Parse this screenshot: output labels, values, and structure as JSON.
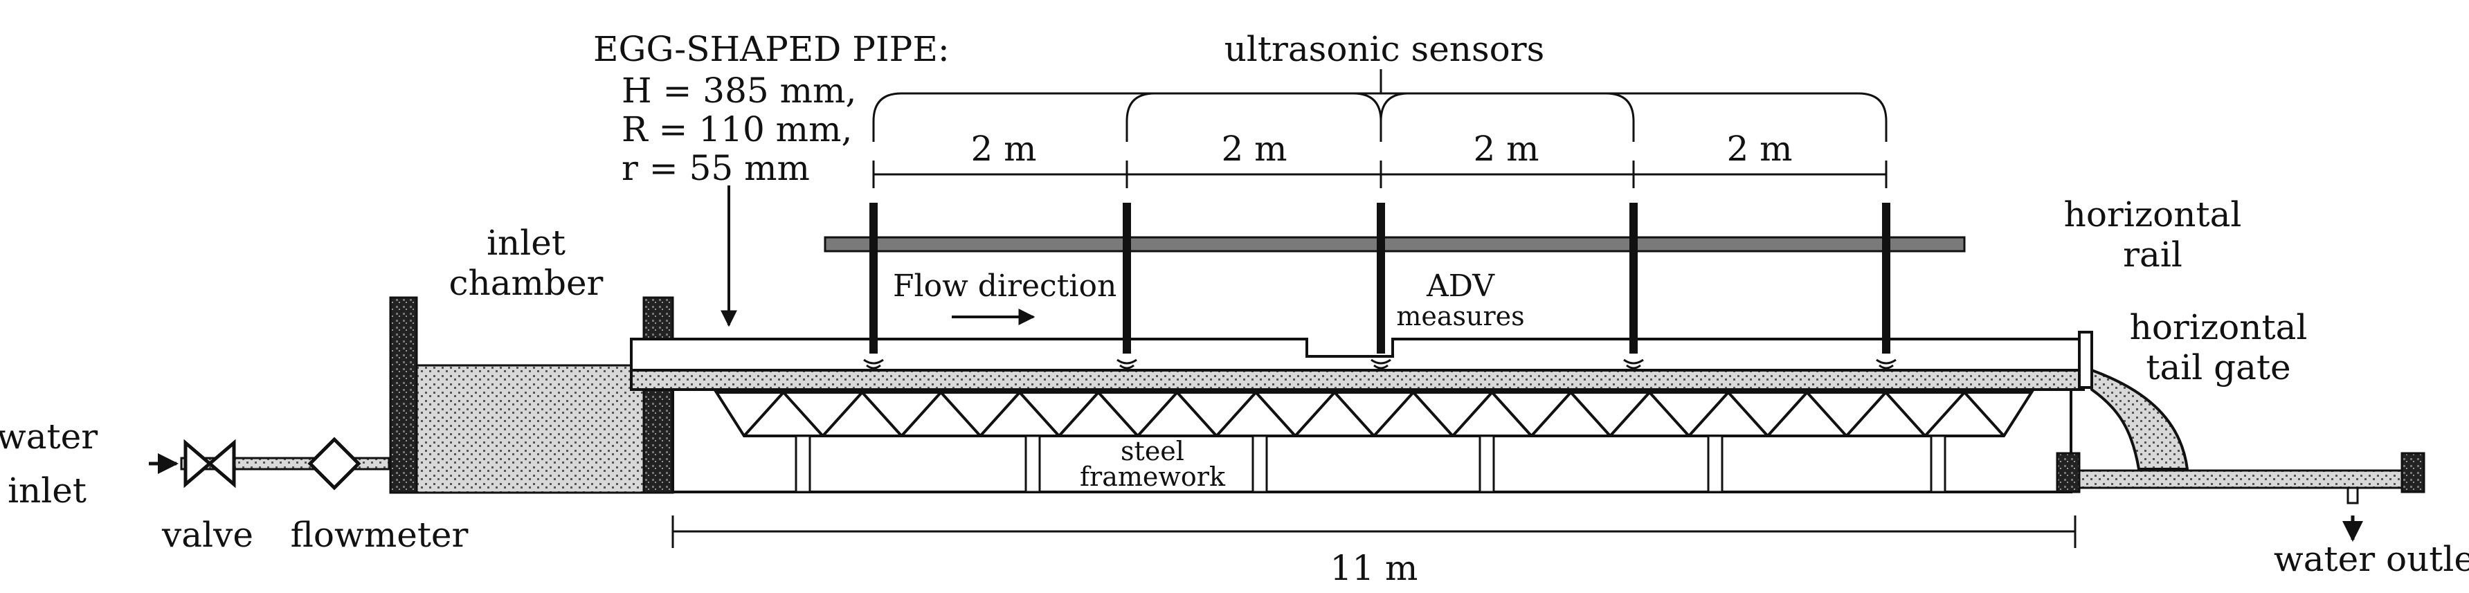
{
  "labels": {
    "egg_title": "EGG-SHAPED PIPE:",
    "egg_h": "H = 385 mm,",
    "egg_R": "R = 110 mm,",
    "egg_r": "r = 55 mm",
    "sensors": "ultrasonic sensors",
    "spacing": [
      "2 m",
      "2 m",
      "2 m",
      "2 m"
    ],
    "rail_1": "horizontal",
    "rail_2": "rail",
    "inlet_ch_1": "inlet",
    "inlet_ch_2": "chamber",
    "flow": "Flow direction",
    "adv_1": "ADV",
    "adv_2": "measures",
    "gate_1": "horizontal",
    "gate_2": "tail gate",
    "water_in_1": "water",
    "water_in_2": "inlet",
    "valve": "valve",
    "flowmeter": "flowmeter",
    "steel_1": "steel",
    "steel_2": "framework",
    "length": "11 m",
    "water_out": "water outlet"
  },
  "colors": {
    "stroke": "#111111",
    "rail": "#7a7a7a",
    "fill_dot": "#d9d9d9"
  }
}
